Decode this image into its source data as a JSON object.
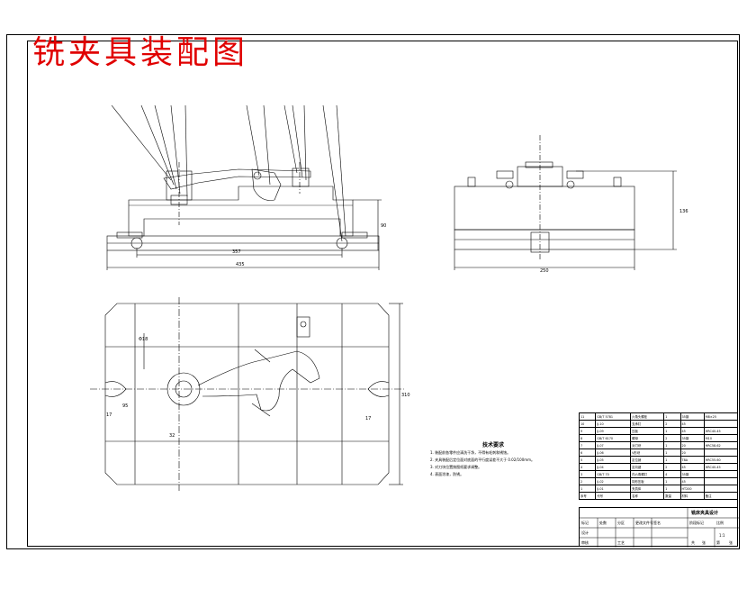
{
  "title": "铣夹具装配图",
  "notes": {
    "heading": "技术要求",
    "items": [
      "1. 装配前各零件应清洗干净，不得有毛刺和锈蚀。",
      "2. 夹具装配后定位面对底面的平行度误差不大于 0.02/100mm。",
      "3. 对刀块位置按图纸要求调整。",
      "4. 表面涂漆，防锈。"
    ]
  },
  "dimensions": {
    "front_width_inner": "357",
    "front_width_outer": "435",
    "front_height": "90",
    "side_width": "250",
    "side_height": "136",
    "top_height": "310",
    "top_left_offset": "Φ18",
    "top_center": "95",
    "slot_left": "17",
    "slot_right": "17",
    "bottom_center": "32"
  },
  "bom": {
    "rows": [
      [
        "11",
        "GB/T 5781",
        "六角头螺栓",
        "1",
        "35钢",
        "M8×25"
      ],
      [
        "10",
        "JJ-10",
        "支承钉",
        "2",
        "45",
        ""
      ],
      [
        "9",
        "JJ-09",
        "压板",
        "1",
        "45",
        "HRC40-45"
      ],
      [
        "8",
        "GB/T 6170",
        "螺母",
        "2",
        "35钢",
        "M10"
      ],
      [
        "7",
        "JJ-07",
        "对刀块",
        "1",
        "20",
        "HRC58-62"
      ],
      [
        "6",
        "JJ-06",
        "V形块",
        "1",
        "20",
        ""
      ],
      [
        "5",
        "JJ-05",
        "定位销",
        "1",
        "T8A",
        "HRC55-60"
      ],
      [
        "4",
        "JJ-04",
        "定向键",
        "2",
        "45",
        "HRC40-45"
      ],
      [
        "3",
        "GB/T 70",
        "内六角螺钉",
        "4",
        "35钢",
        ""
      ],
      [
        "2",
        "JJ-02",
        "钩形压板",
        "1",
        "45",
        ""
      ],
      [
        "1",
        "JJ-01",
        "夹具体",
        "1",
        "HT200",
        ""
      ]
    ],
    "header": [
      "序号",
      "代号",
      "名称",
      "数量",
      "材料",
      "备注"
    ]
  },
  "title_block": {
    "drawing_name": "铣床夹具设计",
    "labels": [
      "标记",
      "处数",
      "分区",
      "更改文件号",
      "签名",
      "年月日"
    ],
    "roles": [
      "设计",
      "审核",
      "工艺"
    ],
    "stage_labels": [
      "阶段标记",
      "重量",
      "比例"
    ],
    "scale": "1:1",
    "sheet": [
      "共",
      "张",
      "第",
      "张"
    ]
  }
}
